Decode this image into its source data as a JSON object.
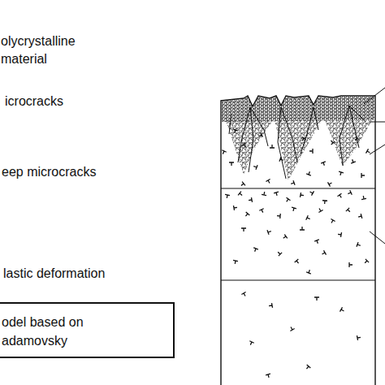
{
  "diagram": {
    "nodes": [
      {
        "text": [
          "odel based on adamovsky"
        ]
      }
    ],
    "labels": [
      "olycrystalline material",
      "icrocracks",
      "eep microcracks",
      "lastic deformation"
    ]
  }
}
